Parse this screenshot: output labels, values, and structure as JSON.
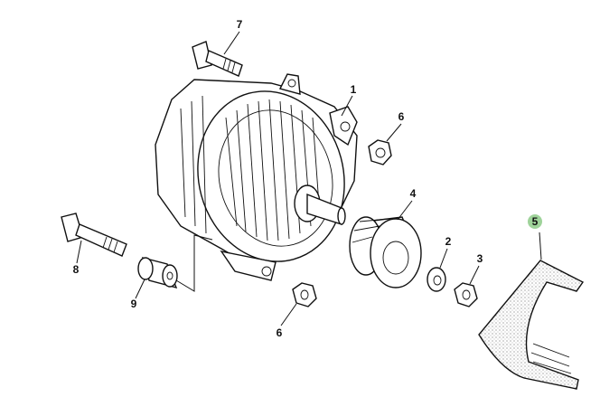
{
  "diagram": {
    "title": "Alternator exploded view",
    "highlight_color": "#9fd39a",
    "callouts": {
      "bolt_top": "7",
      "alternator": "1",
      "nut_top": "6",
      "pulley": "4",
      "washer": "2",
      "nut_shaft": "3",
      "belt": "5",
      "bolt_lower": "8",
      "bushing": "9",
      "nut_bottom": "6"
    }
  }
}
